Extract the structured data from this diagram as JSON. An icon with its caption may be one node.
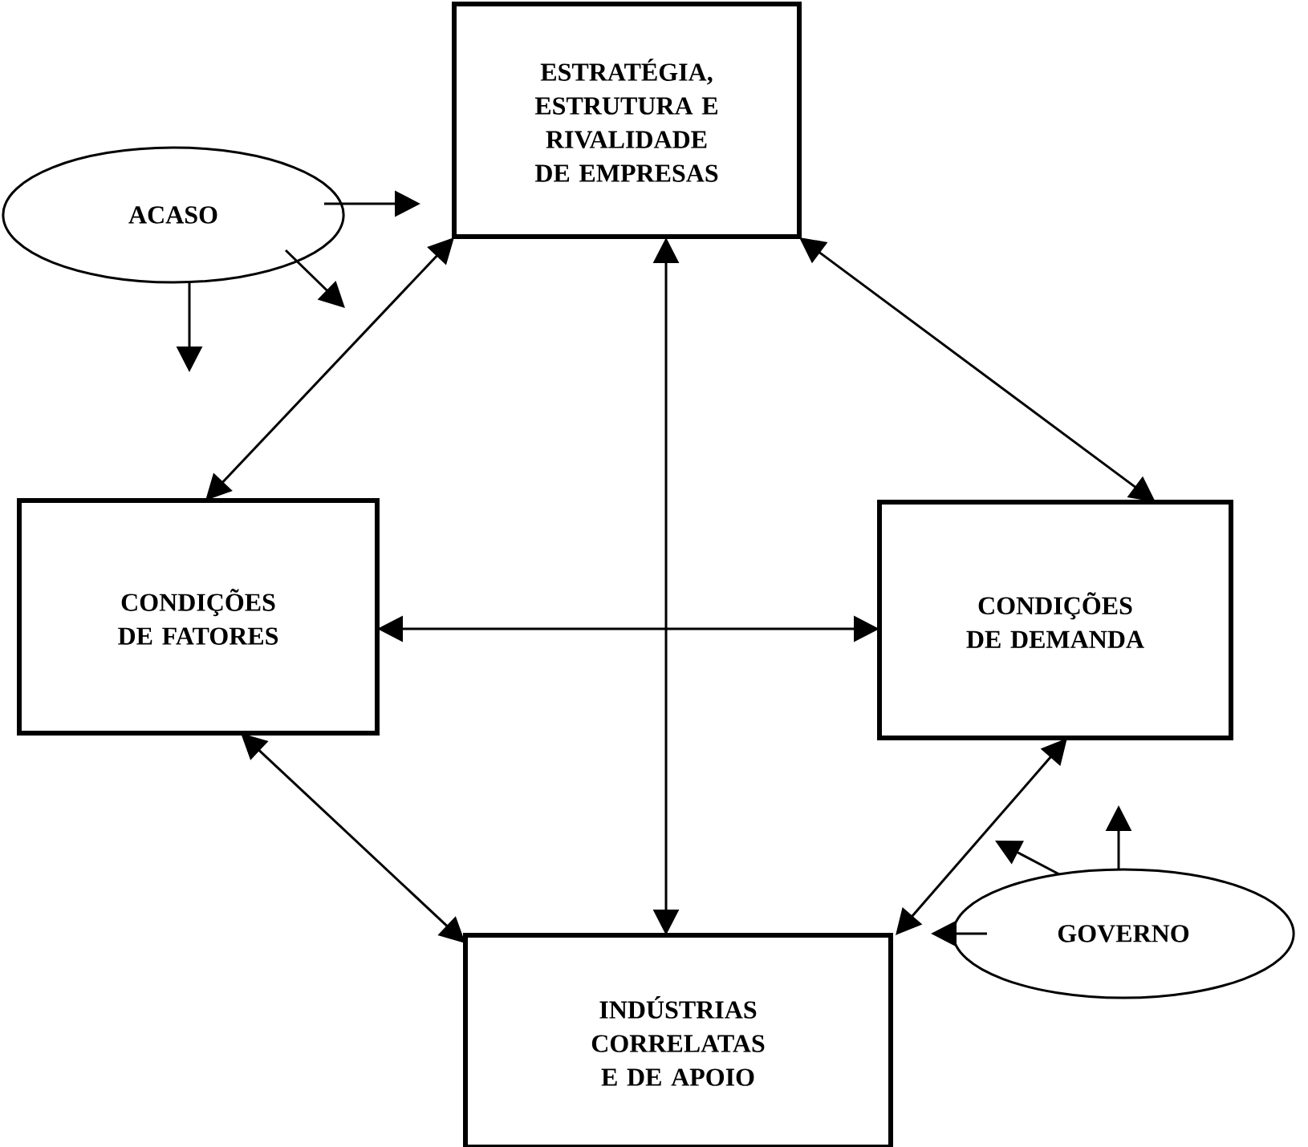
{
  "diagram": {
    "nodes": [
      {
        "text": [
          "ESTRATÉGIA, ESTRUTURA E RIVALIDADE DE EMPRESAS"
        ]
      },
      {
        "text": [
          "ACASO"
        ]
      },
      {
        "text": [
          "CONDIÇÕES DE FATORES"
        ]
      },
      {
        "text": [
          "CONDIÇÕES DE DEMANDA"
        ]
      },
      {
        "text": [
          "GOVERNO"
        ]
      },
      {
        "text": [
          "INDÚSTRIAS CORRELATAS E DE APOIO"
        ]
      }
    ],
    "edges": [
      {
        "from": 0,
        "to": 2,
        "arrow": "both"
      },
      {
        "from": 0,
        "to": 3,
        "arrow": "both"
      },
      {
        "from": 0,
        "to": 5,
        "arrow": "both"
      },
      {
        "from": 2,
        "to": 3,
        "arrow": "both"
      },
      {
        "from": 2,
        "to": 5,
        "arrow": "both"
      },
      {
        "from": 3,
        "to": 5,
        "arrow": "both"
      },
      {
        "from": 1,
        "to": null,
        "arrow": "to"
      },
      {
        "from": 1,
        "to": null,
        "arrow": "to"
      },
      {
        "from": 1,
        "to": null,
        "arrow": "to"
      },
      {
        "from": 4,
        "to": null,
        "arrow": "to"
      },
      {
        "from": 4,
        "to": null,
        "arrow": "to"
      },
      {
        "from": 4,
        "to": null,
        "arrow": "to"
      }
    ]
  }
}
